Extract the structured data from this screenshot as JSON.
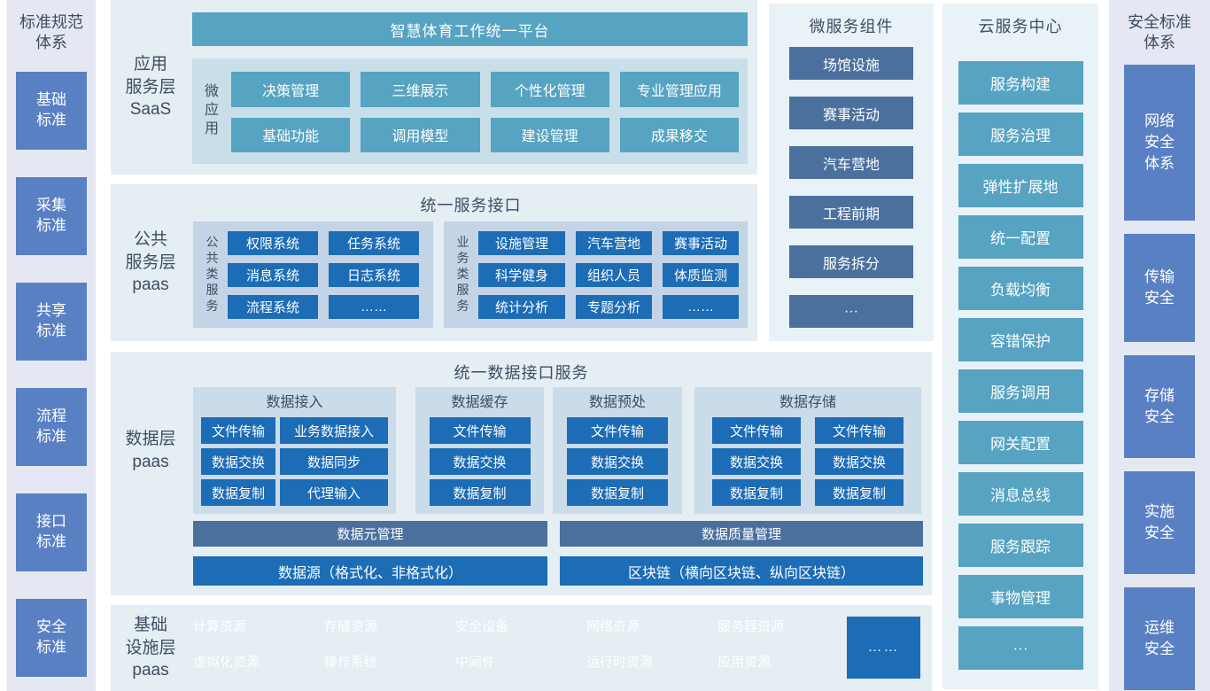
{
  "colors": {
    "page-bg": "#ffffff",
    "section-bg": "#e4eef3",
    "column-bg": "#e9f2f6",
    "lavender-bg": "#e5e8f3",
    "teal": "#56a3c2",
    "strong-blue": "#1c6cb6",
    "slate-blue": "#4b709e",
    "periwinkle": "#5a80c4",
    "micro-panel-bg": "#c8dee9",
    "public-panel-bg": "#c4d4e7",
    "data-panel-bg": "#cadbe9",
    "dark-text": "#3e4d62",
    "box-text": "#ffffff"
  },
  "left_sidebar": {
    "title": "标准规范\n体系",
    "items": [
      "基础\n标准",
      "采集\n标准",
      "共享\n标准",
      "流程\n标准",
      "接口\n标准",
      "安全\n标准"
    ]
  },
  "saas_layer": {
    "label": "应用\n服务层\nSaaS",
    "platform_title": "智慧体育工作统一平台",
    "micro_label": "微\n应\n用",
    "apps": [
      "决策管理",
      "三维展示",
      "个性化管理",
      "专业管理应用",
      "基础功能",
      "调用模型",
      "建设管理",
      "成果移交"
    ]
  },
  "public_layer": {
    "label": "公共\n服务层\npaas",
    "header": "统一服务接口",
    "groups": [
      {
        "label": "公共类服务",
        "items": [
          "权限系统",
          "任务系统",
          "消息系统",
          "日志系统",
          "流程系统",
          "……"
        ]
      },
      {
        "label": "业务类服务",
        "items": [
          "设施管理",
          "汽车营地",
          "赛事活动",
          "科学健身",
          "组织人员",
          "体质监测",
          "统计分析",
          "专题分析",
          "……"
        ]
      }
    ]
  },
  "data_layer": {
    "label": "数据层\npaas",
    "header": "统一数据接口服务",
    "groups": [
      {
        "title": "数据接入",
        "items": [
          "文件传输",
          "业务数据接入",
          "数据交换",
          "数据同步",
          "数据复制",
          "代理输入"
        ]
      },
      {
        "title": "数据缓存",
        "items": [
          "文件传输",
          "数据交换",
          "数据复制"
        ]
      },
      {
        "title": "数据预处",
        "items": [
          "文件传输",
          "数据交换",
          "数据复制"
        ]
      },
      {
        "title": "数据存储",
        "items": [
          "文件传输",
          "文件传输",
          "数据交换",
          "数据交换",
          "数据复制",
          "数据复制"
        ]
      }
    ],
    "meta_bars": [
      "数据元管理",
      "数据质量管理"
    ],
    "source_bars": [
      "数据源（格式化、非格式化）",
      "区块链（横向区块链、纵向区块链）"
    ]
  },
  "infra_layer": {
    "label": "基础\n设施层\npaas",
    "row1": [
      "计算资源",
      "存储资源",
      "安全设备",
      "网络资源",
      "服务器资源"
    ],
    "row2": [
      "虚拟化资源",
      "操作系统",
      "中间件",
      "运行时资源",
      "应用资源"
    ],
    "more": "……"
  },
  "microservices": {
    "title": "微服务组件",
    "items": [
      "场馆设施",
      "赛事活动",
      "汽车营地",
      "工程前期",
      "服务拆分",
      "···"
    ]
  },
  "cloud_center": {
    "title": "云服务中心",
    "items": [
      "服务构建",
      "服务治理",
      "弹性扩展地",
      "统一配置",
      "负载均衡",
      "容错保护",
      "服务调用",
      "网关配置",
      "消息总线",
      "服务跟踪",
      "事物管理",
      "···"
    ]
  },
  "right_sidebar": {
    "title": "安全标准\n体系",
    "items": [
      "网络\n安全\n体系",
      "传输\n安全",
      "存储\n安全",
      "实施\n安全",
      "运维\n安全"
    ]
  }
}
